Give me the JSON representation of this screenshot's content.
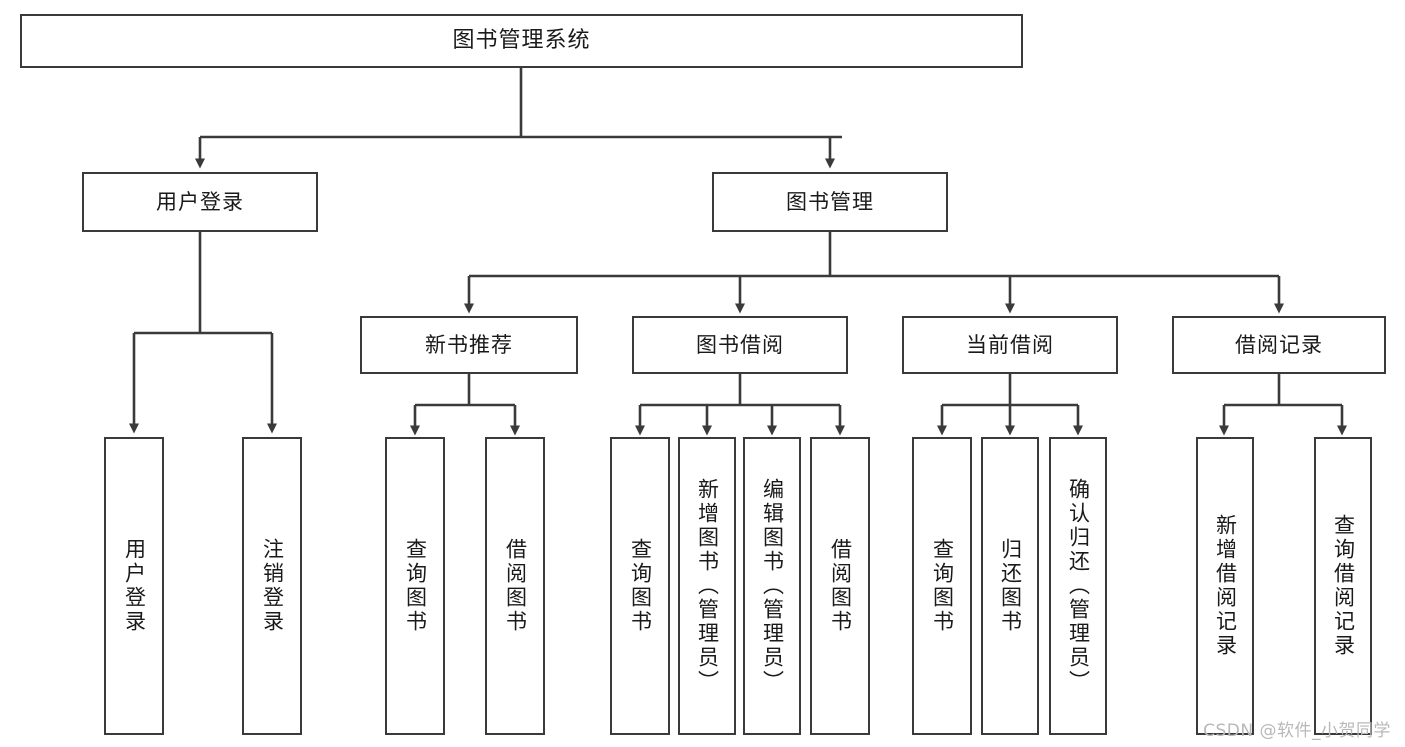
{
  "diagram": {
    "title": "图书管理系统",
    "type": "tree-hierarchy-diagram",
    "stroke_color": "#3a3a3a",
    "fill_color": "#ffffff",
    "text_color": "#1a1a1a",
    "nodes": {
      "root": {
        "label": "图书管理系统"
      },
      "level1": [
        {
          "id": "user-login",
          "label": "用户登录"
        },
        {
          "id": "book-manage",
          "label": "图书管理"
        }
      ],
      "level2": [
        {
          "id": "new-book-recommend",
          "label": "新书推荐"
        },
        {
          "id": "book-borrow",
          "label": "图书借阅"
        },
        {
          "id": "current-borrow",
          "label": "当前借阅"
        },
        {
          "id": "borrow-record",
          "label": "借阅记录"
        }
      ],
      "leaves": {
        "user_login": [
          {
            "id": "leaf-user-login",
            "label": "用户登录"
          },
          {
            "id": "leaf-logout-login",
            "label": "注销登录"
          }
        ],
        "new_book_recommend": [
          {
            "id": "leaf-query-book-1",
            "label": "查询图书"
          },
          {
            "id": "leaf-borrow-book-1",
            "label": "借阅图书"
          }
        ],
        "book_borrow": [
          {
            "id": "leaf-query-book-2",
            "label": "查询图书"
          },
          {
            "id": "leaf-add-book-admin",
            "label": "新增图书（管理员）"
          },
          {
            "id": "leaf-edit-book-admin",
            "label": "编辑图书（管理员）"
          },
          {
            "id": "leaf-borrow-book-2",
            "label": "借阅图书"
          }
        ],
        "current_borrow": [
          {
            "id": "leaf-query-book-3",
            "label": "查询图书"
          },
          {
            "id": "leaf-return-book",
            "label": "归还图书"
          },
          {
            "id": "leaf-confirm-return-admin",
            "label": "确认归还（管理员）"
          }
        ],
        "borrow_record": [
          {
            "id": "leaf-add-borrow-record",
            "label": "新增借阅记录"
          },
          {
            "id": "leaf-query-borrow-record",
            "label": "查询借阅记录"
          }
        ]
      }
    }
  },
  "watermark": {
    "text": "CSDN @软件_小贺同学"
  }
}
